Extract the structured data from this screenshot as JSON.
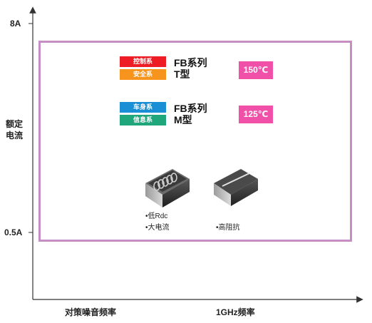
{
  "y_axis": {
    "top_tick": "8A",
    "bottom_tick": "0.5A",
    "title_line1": "额定",
    "title_line2": "电流"
  },
  "x_axis": {
    "left_label": "对策噪音频率",
    "right_label": "1GHz频率"
  },
  "group_t": {
    "tag1": "控制系",
    "tag2": "安全系",
    "series_line1": "FB系列",
    "series_line2": "T型",
    "temperature": "150℃"
  },
  "group_m": {
    "tag1": "车身系",
    "tag2": "信息系",
    "series_line1": "FB系列",
    "series_line2": "M型",
    "temperature": "125℃"
  },
  "features": {
    "coil_line1": "•低Rdc",
    "coil_line2": "•大电流",
    "bead_line1": "•高阻抗"
  },
  "colors": {
    "tag_red": "#ee1c25",
    "tag_orange": "#f7941d",
    "tag_blue": "#1a8fd6",
    "tag_green": "#1fa67a",
    "temp_pink": "#f050a8",
    "frame_purple": "#c58fc5"
  }
}
